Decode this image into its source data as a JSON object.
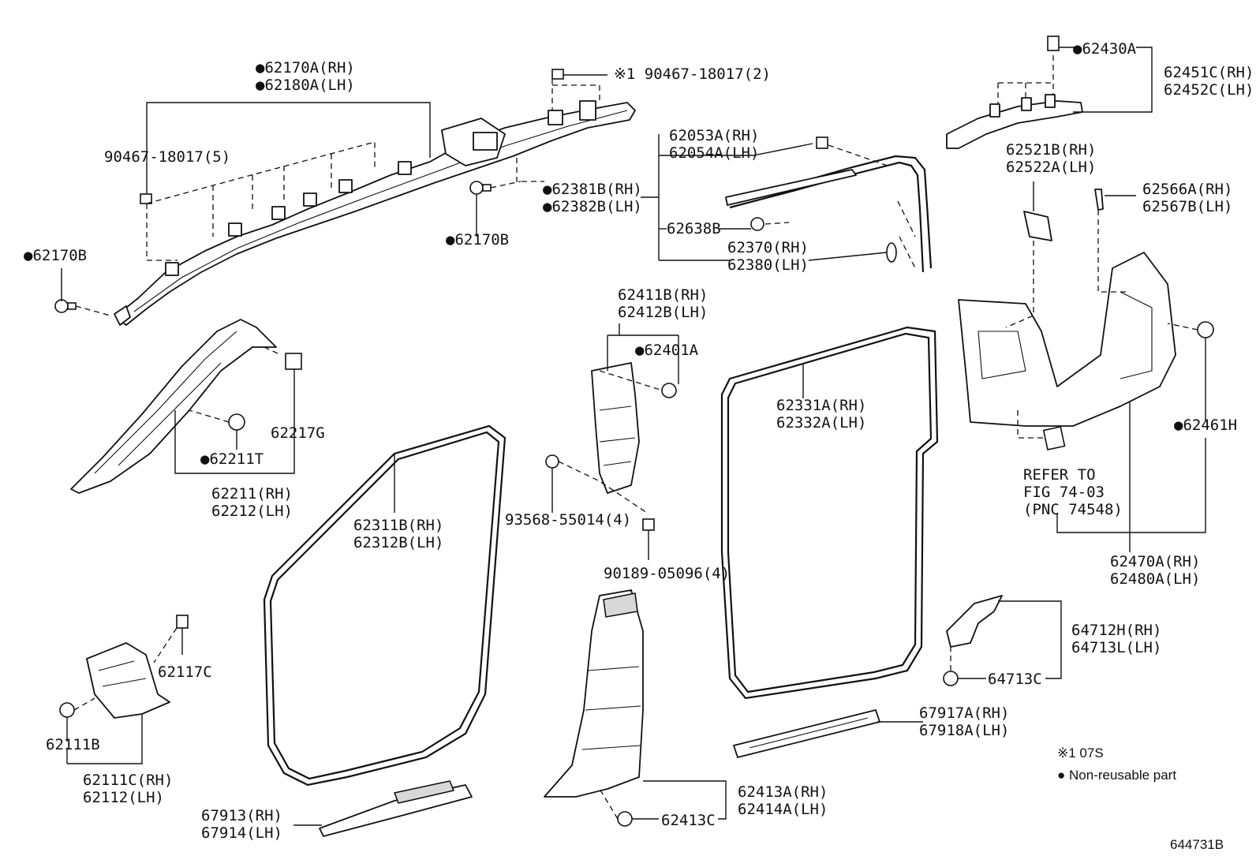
{
  "callouts": {
    "c62170A": "●62170A(RH)",
    "c62180A": "●62180A(LH)",
    "c90467_top": "※1 90467-18017(2)",
    "c90467_5": "90467-18017(5)",
    "c62170B_left": "●62170B",
    "c62381B": "●62381B(RH)",
    "c62382B": "●62382B(LH)",
    "c62170B_mid": "●62170B",
    "c62053A": "62053A(RH)",
    "c62054A": "62054A(LH)",
    "c62638B": "62638B",
    "c62370": "62370(RH)",
    "c62380": "62380(LH)",
    "c62430A": "●62430A",
    "c62451C": "62451C(RH)",
    "c62452C": "62452C(LH)",
    "c62521B": "62521B(RH)",
    "c62522A": "62522A(LH)",
    "c62566A": "62566A(RH)",
    "c62567B": "62567B(LH)",
    "c62217G": "62217G",
    "c62211T": "●62211T",
    "c62211": "62211(RH)",
    "c62212": "62212(LH)",
    "c62411B": "62411B(RH)",
    "c62412B": "62412B(LH)",
    "c62401A": "●62401A",
    "c62331A": "62331A(RH)",
    "c62332A": "62332A(LH)",
    "c62461H": "●62461H",
    "refer1": "REFER TO",
    "refer2": "FIG 74-03",
    "refer3": "(PNC 74548)",
    "c62470A": "62470A(RH)",
    "c62480A": "62480A(LH)",
    "c93568": "93568-55014(4)",
    "c62311B": "62311B(RH)",
    "c62312B": "62312B(LH)",
    "c90189": "90189-05096(4)",
    "c62117C": "62117C",
    "c62111B": "62111B",
    "c62111C": "62111C(RH)",
    "c62112": "62112(LH)",
    "c64712H": "64712H(RH)",
    "c64713L": "64713L(LH)",
    "c64713C": "64713C",
    "c67917A": "67917A(RH)",
    "c67918A": "67918A(LH)",
    "c62413A": "62413A(RH)",
    "c62414A": "62414A(LH)",
    "c62413C": "62413C",
    "c67913": "67913(RH)",
    "c67914": "67914(LH)"
  },
  "legend": {
    "note": "※1 07S",
    "nonreusable": "● Non-reusable part"
  },
  "figure_id": "644731B"
}
